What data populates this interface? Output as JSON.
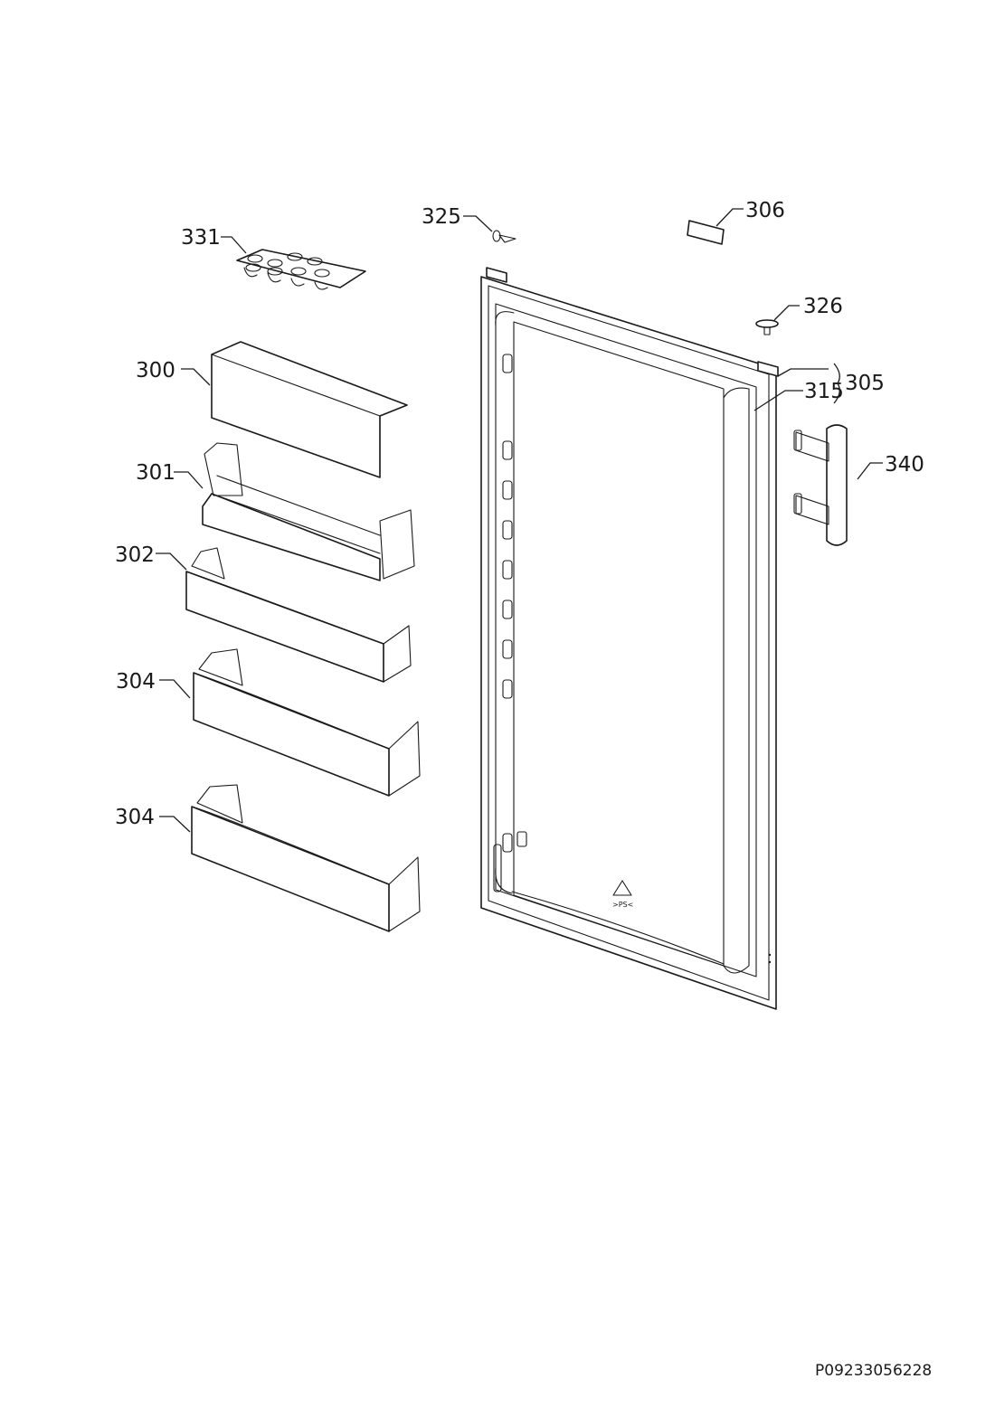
{
  "labels": {
    "p331": "331",
    "p325": "325",
    "p306": "306",
    "p326": "326",
    "p300": "300",
    "p305": "305",
    "p315": "315",
    "p301": "301",
    "p340": "340",
    "p302": "302",
    "p304a": "304",
    "p304b": "304"
  },
  "recycle_mark": ">PS<",
  "document_id": "P09233056228"
}
